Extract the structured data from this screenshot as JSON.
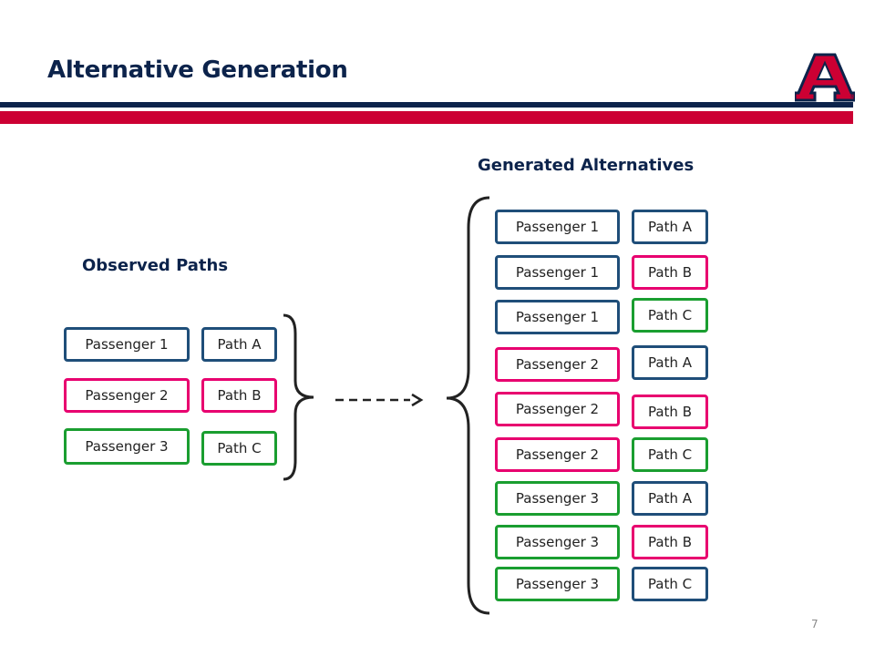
{
  "slide": {
    "title": "Alternative Generation",
    "page_number": "7"
  },
  "logo": {
    "letter": "A"
  },
  "colors": {
    "navy": "#0c234b",
    "red": "#cc0033",
    "blue_box": "#1f4e79",
    "pink_box": "#e8006f",
    "green_box": "#1a9e30"
  },
  "observed": {
    "heading": "Observed Paths",
    "rows": [
      {
        "passenger": "Passenger 1",
        "path": "Path A"
      },
      {
        "passenger": "Passenger 2",
        "path": "Path B"
      },
      {
        "passenger": "Passenger 3",
        "path": "Path C"
      }
    ]
  },
  "generated": {
    "heading": "Generated Alternatives",
    "rows": [
      {
        "passenger": "Passenger 1",
        "path": "Path A"
      },
      {
        "passenger": "Passenger 1",
        "path": "Path B"
      },
      {
        "passenger": "Passenger 1",
        "path": "Path C"
      },
      {
        "passenger": "Passenger 2",
        "path": "Path A"
      },
      {
        "passenger": "Passenger 2",
        "path": "Path B"
      },
      {
        "passenger": "Passenger 2",
        "path": "Path C"
      },
      {
        "passenger": "Passenger 3",
        "path": "Path A"
      },
      {
        "passenger": "Passenger 3",
        "path": "Path B"
      },
      {
        "passenger": "Passenger 3",
        "path": "Path C"
      }
    ]
  }
}
